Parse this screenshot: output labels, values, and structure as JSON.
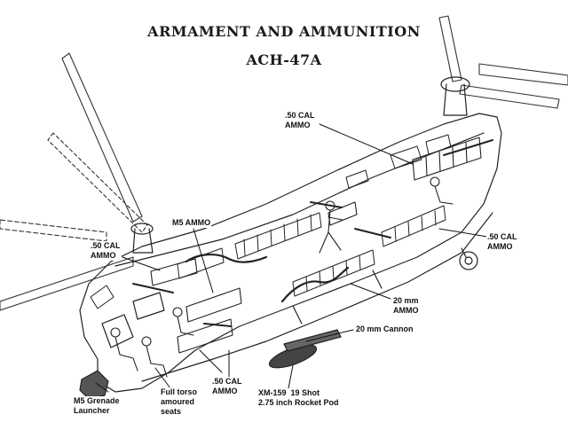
{
  "title": "ARMAMENT AND AMMUNITION",
  "subtitle": "ACH-47A",
  "labels": {
    "ammo_50_top": ".50 CAL\nAMMO",
    "ammo_50_left": ".50 CAL\nAMMO",
    "ammo_50_right": ".50 CAL\nAMMO",
    "ammo_50_bottom": ".50 CAL\nAMMO",
    "m5_ammo": "M5 AMMO",
    "ammo_20mm": "20 mm\nAMMO",
    "cannon_20mm": "20 mm Cannon",
    "grenade_launcher": "M5 Grenade\nLauncher",
    "seats": "Full torso\namoured\nseats",
    "rocket_pod": "XM-159  19 Shot\n2.75 inch Rocket Pod"
  }
}
